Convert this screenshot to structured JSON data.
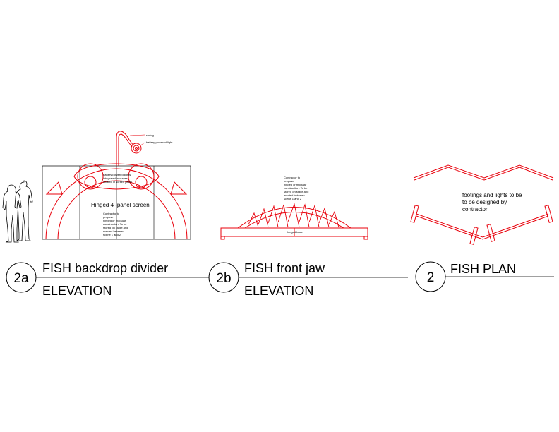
{
  "colors": {
    "line_red": "#e8000b",
    "ink": "#000000",
    "background": "#ffffff"
  },
  "drawing_2a": {
    "number": "2a",
    "title": "FISH  backdrop divider",
    "subtitle": "ELEVATION",
    "label_spring": "spring",
    "label_light": "battery-powered light",
    "note_top": [
      "battery powered lights",
      "integrated into eyes,",
      "located in screen panel"
    ],
    "panel_label": "Hinged 4 -panel screen",
    "note_body": [
      "Contractor to",
      "propose",
      "hinged or modular",
      "construction. To be",
      "stored on stage and",
      "erected between",
      "scene 1 and 2"
    ]
  },
  "drawing_2b": {
    "number": "2b",
    "title": "FISH  front jaw",
    "subtitle": "ELEVATION",
    "note": [
      "Contractor to",
      "propose",
      "hinged or modular",
      "construction. To be",
      "stored on stage and",
      "erected between",
      "scene 1 and 2"
    ],
    "base_label": "hinged base"
  },
  "drawing_2": {
    "number": "2",
    "title": "FISH PLAN",
    "note": [
      "footings and lights to be",
      "to be designed by",
      "contractor"
    ]
  }
}
